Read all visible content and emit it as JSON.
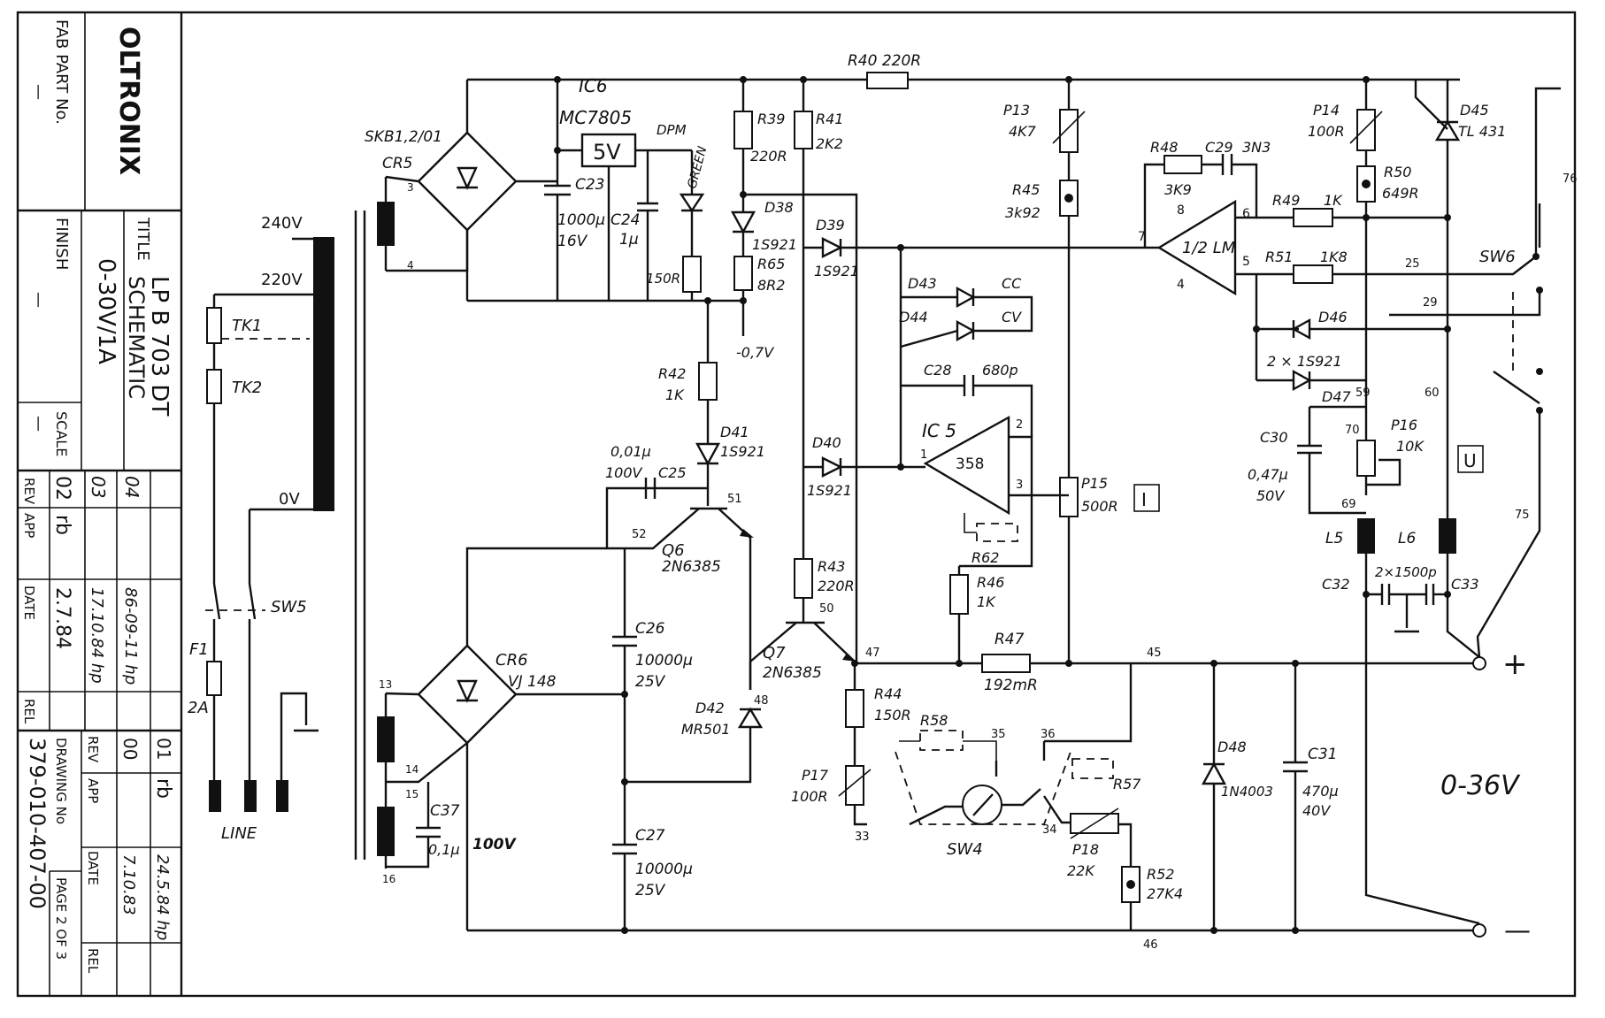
{
  "title_block": {
    "fab_part_label": "FAB PART No.",
    "fab_part_value": "—",
    "logo": "OLTRONIX",
    "finish_label": "FINISH",
    "finish_value": "—",
    "range": "0-30V/1A",
    "title_label": "TITLE",
    "title_line1": "LP B 703 DT",
    "title_line2": "SCHEMATIC",
    "scale_label": "SCALE",
    "scale_value": "—",
    "rev_header": [
      "REV",
      "APP",
      "DATE",
      "REL"
    ],
    "rev_rows_upper": [
      {
        "rev": "02",
        "app": "rb",
        "date": "2.7.84",
        "rel": ""
      },
      {
        "rev": "03",
        "app": "",
        "date": "17.10.84 ℎp",
        "rel": ""
      },
      {
        "rev": "04",
        "app": "",
        "date": "86-09-11 ℎp",
        "rel": ""
      }
    ],
    "rev_rows_lower": [
      {
        "rev": "00",
        "app": "",
        "date": "7.10.83",
        "rel": ""
      },
      {
        "rev": "01",
        "app": "rb",
        "date": "24.5.84 ℎp",
        "rel": ""
      }
    ],
    "drawing_no_label": "DRAWING No",
    "drawing_no": "379-010-407-00",
    "page": "PAGE 2 OF 3"
  },
  "labels": {
    "v240": "240V",
    "v220": "220V",
    "v0": "0V",
    "tk1": "TK1",
    "tk2": "TK2",
    "sw5": "SW5",
    "f1": "F1",
    "fuse": "2A",
    "line": "LINE",
    "cr5_type": "SKB1,2/01",
    "cr5": "CR5",
    "pin3": "3",
    "pin4": "4",
    "cr6": "CR6",
    "cr6_type": "VJ 148",
    "pin13": "13",
    "pin14": "14",
    "pin15": "15",
    "pin16": "16",
    "c37": "C37",
    "c37_val": "0,1μ",
    "c37_v": "100V",
    "ic6": "IC6",
    "ic6_type": "MC7805",
    "ic6_out": "5V",
    "c23": "C23",
    "c23_val": "1000μ",
    "c23_v": "16V",
    "c24": "C24",
    "c24_val": "1μ",
    "dpm": "DPM",
    "green": "GREEN",
    "r150": "150R",
    "r39": "R39",
    "r39_val": "220R",
    "r41": "R41",
    "r41_val": "2K2",
    "r40": "R40 220R",
    "d38": "D38",
    "d38_type": "1S921",
    "r65": "R65",
    "r65_val": "8R2",
    "neg07": "-0,7V",
    "d39": "D39",
    "d39_type": "1S921",
    "r42": "R42",
    "r42_val": "1K",
    "d41": "D41",
    "d41_type": "1S921",
    "c25": "C25",
    "c25_val": "0,01μ",
    "c25_v": "100V",
    "q6": "Q6",
    "q6_type": "2N6385",
    "c26": "C26",
    "c26_val": "10000μ",
    "c26_v": "25V",
    "c27": "C27",
    "c27_val": "10000μ",
    "c27_v": "25V",
    "d42": "D42",
    "d42_type": "MR501",
    "q7": "Q7",
    "q7_type": "2N6385",
    "r43": "R43",
    "r43_val": "220R",
    "d40": "D40",
    "d40_type": "1S921",
    "d43": "D43",
    "cc": "CC",
    "d44": "D44",
    "cv": "CV",
    "c28": "C28",
    "c28_val": "680p",
    "ic5": "IC 5",
    "ic5_type": "358",
    "p13": "P13",
    "p13_val": "4K7",
    "r45": "R45",
    "r45_val": "3k92",
    "p15": "P15",
    "p15_val": "500R",
    "i_box": "I",
    "r62": "R62",
    "r46": "R46",
    "r46_val": "1K",
    "r47": "R47",
    "r47_val": "192mR",
    "r44": "R44",
    "r44_val": "150R",
    "p17": "P17",
    "p17_val": "100R",
    "r58": "R58",
    "r57": "R57",
    "sw4": "SW4",
    "p18": "P18",
    "p18_val": "22K",
    "r52": "R52",
    "r52_val": "27K4",
    "r48": "R48",
    "r48_val": "3K9",
    "c29": "C29",
    "c29_val": "3N3",
    "lm": "1/2 LM",
    "r49": "R49",
    "r49_val": "1K",
    "r51": "R51",
    "r51_val": "1K8",
    "p14": "P14",
    "p14_val": "100R",
    "r50": "R50",
    "r50_val": "649R",
    "d45": "D45",
    "d45_type": "TL 431",
    "sw6": "SW6",
    "d46": "D46",
    "d46_type": "2 × 1S921",
    "d47": "D47",
    "c30": "C30",
    "c30_val": "0,47μ",
    "c30_v": "50V",
    "p16": "P16",
    "p16_val": "10K",
    "u_box": "U",
    "l5": "L5",
    "l6": "L6",
    "c32": "C32",
    "c33": "C33",
    "c32_val": "2×1500p",
    "d48": "D48",
    "d48_type": "1N4003",
    "c31": "C31",
    "c31_val": "470μ",
    "c31_v": "40V",
    "out_range": "0-36V",
    "plus": "+",
    "minus": "—",
    "p76": "76",
    "p25": "25",
    "p29": "29",
    "p59": "59",
    "p60": "60",
    "p70": "70",
    "p69": "69",
    "p75": "75",
    "p51": "51",
    "p52": "52",
    "p50": "50",
    "p47": "47",
    "p48": "48",
    "p45": "45",
    "p46": "46",
    "p35": "35",
    "p36": "36",
    "p33": "33",
    "p34": "34",
    "pin1": "1",
    "pin2": "2",
    "pin3b": "3",
    "pin4b": "4",
    "pin5": "5",
    "pin6": "6",
    "pin7": "7",
    "pin8": "8"
  }
}
